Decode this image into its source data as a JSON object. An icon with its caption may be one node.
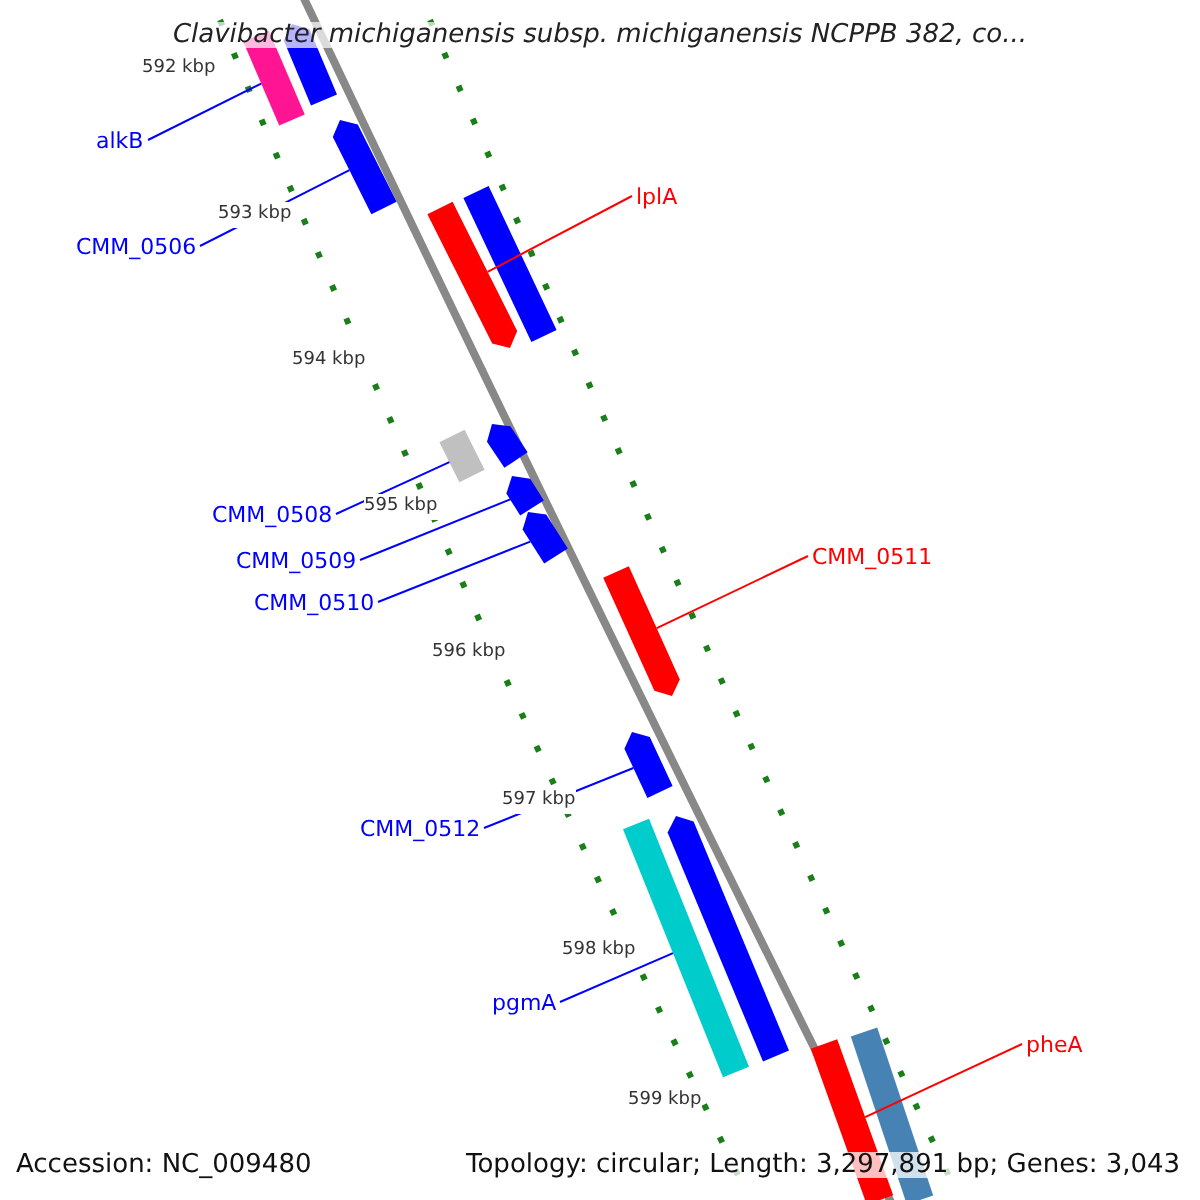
{
  "diagram": {
    "title": "Clavibacter michiganensis subsp. michiganensis NCPPB 382, co...",
    "nodes": [
      {
        "text": [
          "alkB"
        ]
      },
      {
        "text": [
          "CMM_0506"
        ]
      },
      {
        "text": [
          "lplA"
        ]
      },
      {
        "text": [
          "CMM_0508"
        ]
      },
      {
        "text": [
          "CMM_0509"
        ]
      },
      {
        "text": [
          "CMM_0510"
        ]
      },
      {
        "text": [
          "CMM_0511"
        ]
      },
      {
        "text": [
          "CMM_0512"
        ]
      },
      {
        "text": [
          "pgmA"
        ]
      },
      {
        "text": [
          "pheA"
        ]
      },
      {
        "text": [],
        "shape": "bar"
      },
      {
        "text": [],
        "shape": "pentagon"
      },
      {
        "text": [],
        "shape": "pentagon"
      },
      {
        "text": [],
        "shape": "bar"
      },
      {
        "text": [],
        "shape": "pentagon"
      },
      {
        "text": [],
        "shape": "pentagon"
      },
      {
        "text": [],
        "shape": "pentagon"
      },
      {
        "text": [],
        "shape": "pentagon"
      },
      {
        "text": [],
        "shape": "bar"
      },
      {
        "text": [],
        "shape": "bar"
      },
      {
        "text": [],
        "shape": "pentagon"
      },
      {
        "text": [],
        "shape": "bar"
      },
      {
        "text": [],
        "shape": "pentagon"
      },
      {
        "text": [],
        "shape": "pentagon"
      },
      {
        "text": [],
        "shape": "bar"
      }
    ],
    "edges": [
      {
        "from": 0,
        "to": 10,
        "arrow": "none"
      },
      {
        "from": 1,
        "to": 11,
        "arrow": "none"
      },
      {
        "from": 2,
        "to": 12,
        "arrow": "none",
        "color": "#ff0000"
      },
      {
        "from": 3,
        "to": 13,
        "arrow": "none"
      },
      {
        "from": 4,
        "to": 14,
        "arrow": "none"
      },
      {
        "from": 5,
        "to": 15,
        "arrow": "none"
      },
      {
        "from": 6,
        "to": 16,
        "arrow": "none",
        "color": "#ff0000"
      },
      {
        "from": 7,
        "to": 17,
        "arrow": "none"
      },
      {
        "from": 8,
        "to": 18,
        "arrow": "none"
      },
      {
        "from": 9,
        "to": 19,
        "arrow": "none",
        "color": "#ff0000"
      }
    ],
    "labels": [
      "592 kbp",
      "593 kbp",
      "594 kbp",
      "595 kbp",
      "596 kbp",
      "597 kbp",
      "598 kbp",
      "599 kbp",
      "Accession: NC_009480",
      "Topology: circular; Length: 3,297,891 bp; Genes: 3,043"
    ]
  }
}
